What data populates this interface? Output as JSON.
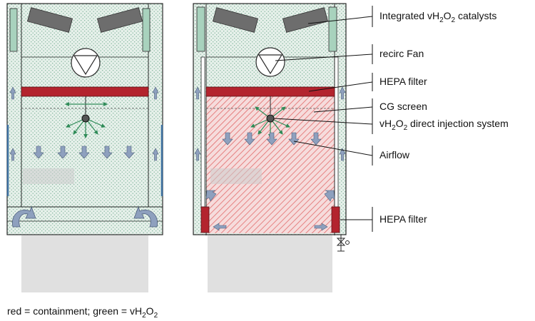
{
  "labels": {
    "catalysts": {
      "pre": "Integrated vH",
      "sub1": "2",
      "mid": "O",
      "sub2": "2",
      "post": " catalysts"
    },
    "fan": "recirc Fan",
    "hepa_top": "HEPA filter",
    "cg_screen": "CG screen",
    "injection": {
      "pre": "vH",
      "sub1": "2",
      "mid": "O",
      "sub2": "2",
      "post": " direct injection system"
    },
    "airflow": "Airflow",
    "hepa_bottom": "HEPA filter"
  },
  "legend": {
    "red_part": "red = containment; green = vH",
    "sub1": "2",
    "mid": "O",
    "sub2": "2"
  },
  "colors": {
    "vh2o2_fill": "#e6f0ea",
    "vh2o2_dots": "#7fb39a",
    "containment_fill": "#f6dcdc",
    "containment_hatch": "#e26b6b",
    "hepa": "#b3242e",
    "frame": "#2a2a2a",
    "arrow": "#8ea0be",
    "injection_arrow": "#2e8b57",
    "side_panel": "#3b6fa0",
    "catalyst": "#6d6d6d",
    "catalyst_mount": "#a8d2bd",
    "base": "#e0e0e0"
  }
}
